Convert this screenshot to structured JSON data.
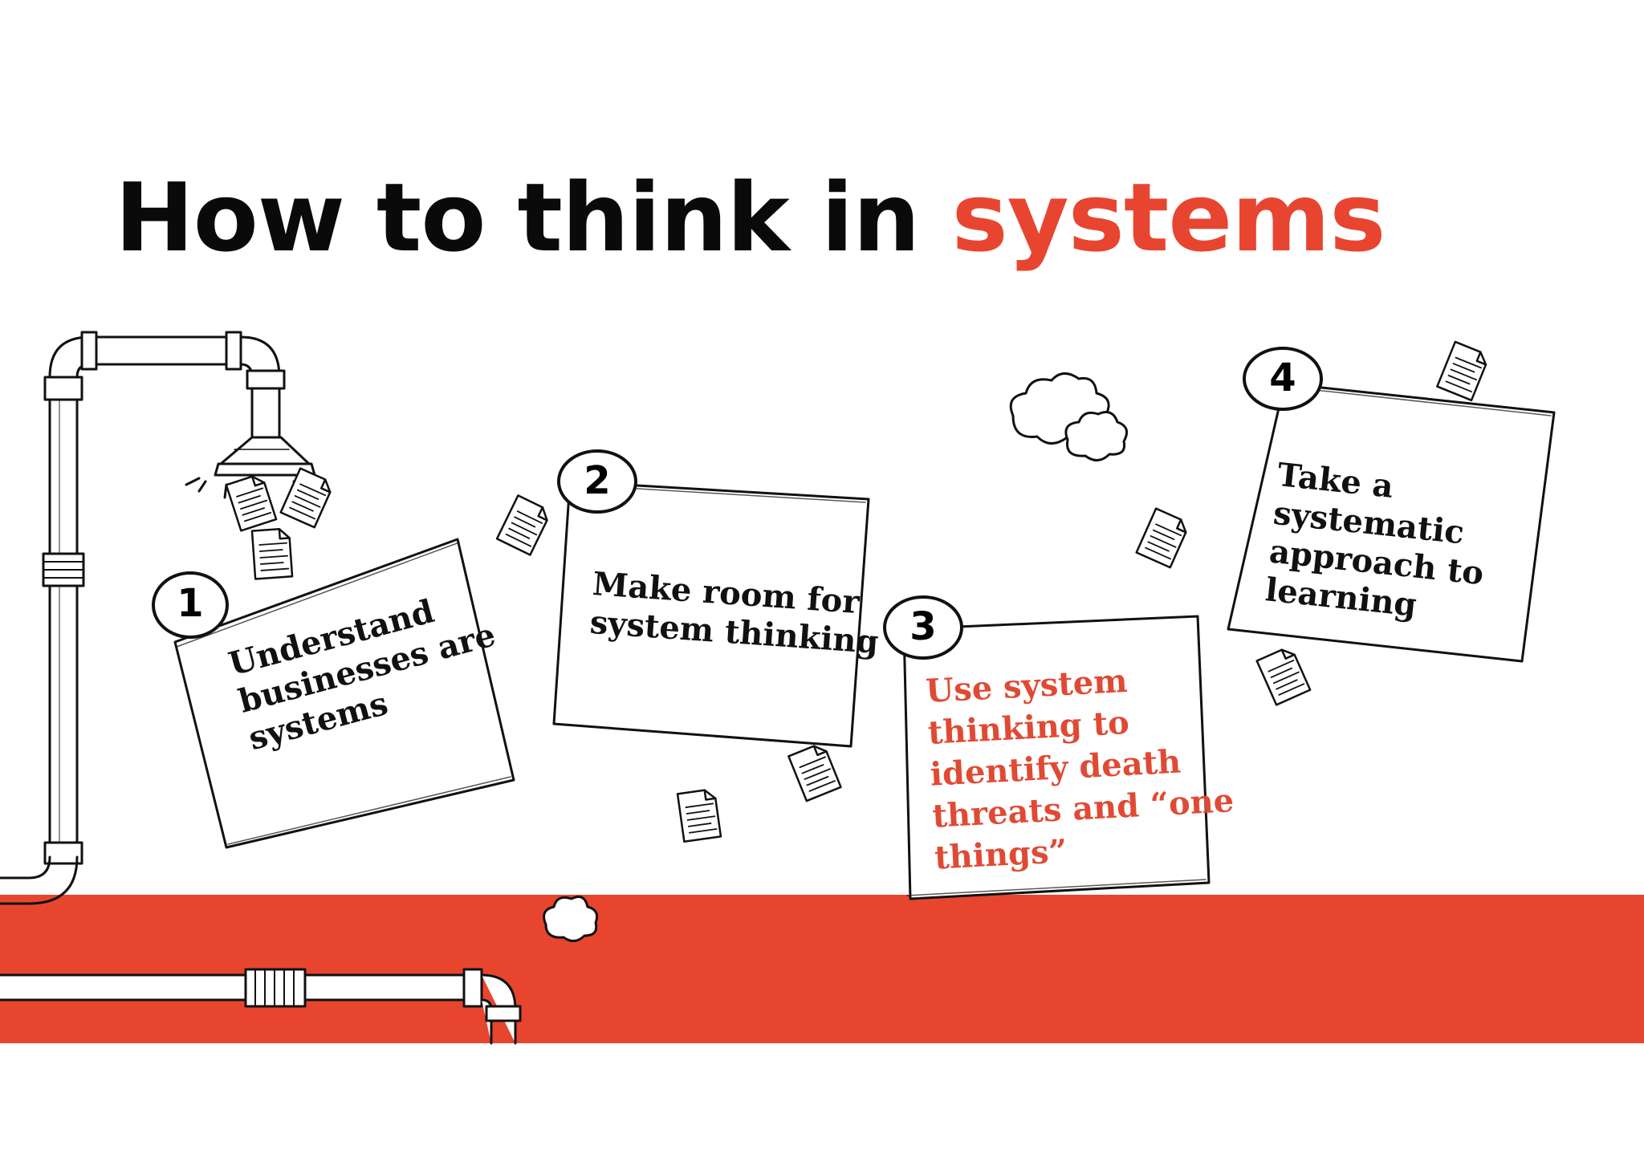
{
  "title": {
    "prefix": "How to think in",
    "accent": "systems"
  },
  "steps": [
    {
      "number": "1",
      "lines": [
        "Understand",
        "businesses are",
        "systems"
      ]
    },
    {
      "number": "2",
      "lines": [
        "Make room for",
        "system thinking"
      ]
    },
    {
      "number": "3",
      "lines": [
        "Use system",
        "thinking to",
        "identify death",
        "threats and “one",
        "things”"
      ]
    },
    {
      "number": "4",
      "lines": [
        "Take a",
        "systematic",
        "approach to",
        "learning"
      ]
    }
  ],
  "colors": {
    "accent": "#e84530",
    "band": "#e8452e",
    "ink": "#111111"
  },
  "icons": [
    "pipe-icon",
    "funnel-icon",
    "document-icon",
    "cloud-icon"
  ]
}
